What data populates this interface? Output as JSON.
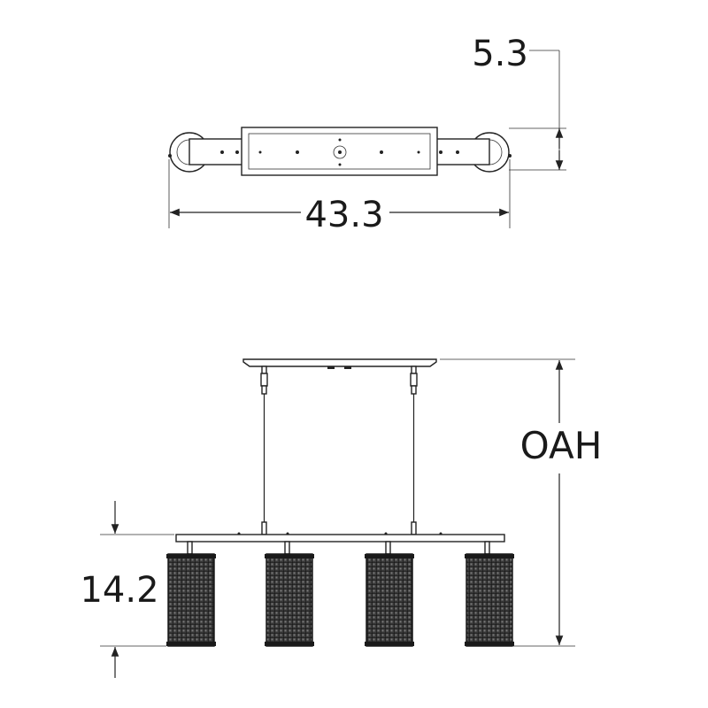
{
  "dimensions": {
    "depth": "5.3",
    "length": "43.3",
    "overall_height": "OAH",
    "shade_height": "14.2"
  },
  "colors": {
    "line": "#222222",
    "background": "#ffffff",
    "shade_mesh": "#2a2a2a"
  },
  "icons": {
    "arrowheads": "dimension-arrow-icon"
  }
}
